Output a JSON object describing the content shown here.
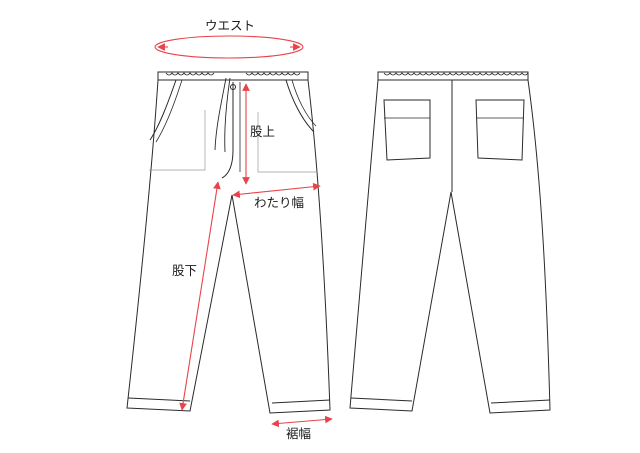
{
  "labels": {
    "waist": "ウエスト",
    "rise": "股上",
    "thigh_width": "わたり幅",
    "inseam": "股下",
    "hem_width": "裾幅"
  },
  "colors": {
    "outline": "#2a2a2a",
    "measure": "#e8434a",
    "background": "#ffffff"
  }
}
